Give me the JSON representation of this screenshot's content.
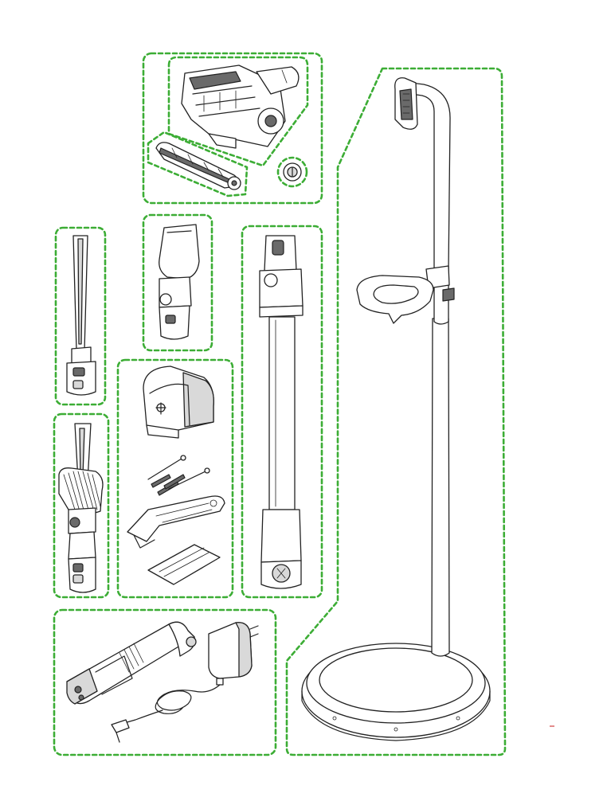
{
  "diagram": {
    "outline_color": "#3cad35",
    "line_color": "#222222",
    "background": "#ffffff"
  },
  "groups": [
    {
      "id": "floor-head-group",
      "parts": [
        "floor-brush-head",
        "brush-roll",
        "end-cap"
      ]
    },
    {
      "id": "stand-group",
      "parts": [
        "docking-stand"
      ]
    },
    {
      "id": "crevice-tool-group",
      "parts": [
        "crevice-tool"
      ]
    },
    {
      "id": "wide-nozzle-group",
      "parts": [
        "wide-nozzle"
      ]
    },
    {
      "id": "extension-wand-group",
      "parts": [
        "extension-wand"
      ]
    },
    {
      "id": "brush-tool-group",
      "parts": [
        "dusting-brush-tool"
      ]
    },
    {
      "id": "wall-mount-group",
      "parts": [
        "wall-mount",
        "screws-and-anchors",
        "mounting-plate",
        "adhesive-strips"
      ]
    },
    {
      "id": "battery-charger-group",
      "parts": [
        "battery-pack",
        "charger-adapter"
      ]
    }
  ]
}
